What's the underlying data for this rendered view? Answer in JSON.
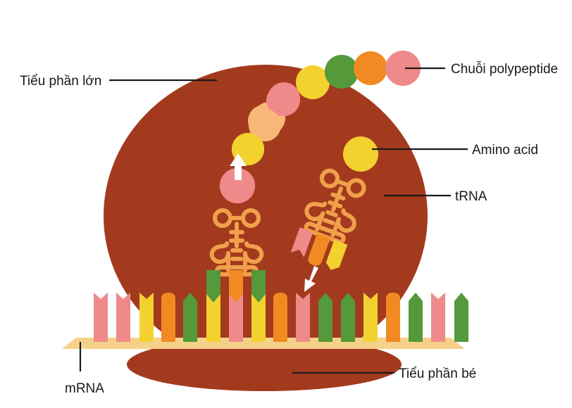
{
  "colors": {
    "ribosome": "#a33a1e",
    "mrna_strip": "#f6d18a",
    "trna": "#f0a04b",
    "pink": "#ef8a8a",
    "peach": "#f8b778",
    "yellow": "#f3d230",
    "green": "#54993a",
    "orange": "#f18a22",
    "arrow": "#ffffff",
    "text": "#1a1a1a"
  },
  "labels": {
    "large_subunit": "Tiểu phần lớn",
    "polypeptide_chain": "Chuỗi polypeptide",
    "amino_acid": "Amino acid",
    "trna": "tRNA",
    "mrna": "mRNA",
    "small_subunit": "Tiểu phần bé"
  },
  "polypeptide_beads": [
    "pink",
    "orange",
    "green",
    "yellow",
    "yellow",
    "pink",
    "peach",
    "pink",
    "yellow",
    "pink"
  ],
  "mrna_codons": [
    {
      "color": "pink",
      "shape": "notch"
    },
    {
      "color": "pink",
      "shape": "notch"
    },
    {
      "color": "yellow",
      "shape": "notch"
    },
    {
      "color": "orange",
      "shape": "round"
    },
    {
      "color": "green",
      "shape": "point"
    },
    {
      "color": "yellow",
      "shape": "notch"
    },
    {
      "color": "pink",
      "shape": "notch"
    },
    {
      "color": "yellow",
      "shape": "notch"
    },
    {
      "color": "orange",
      "shape": "round"
    },
    {
      "color": "pink",
      "shape": "notch"
    },
    {
      "color": "green",
      "shape": "point"
    },
    {
      "color": "green",
      "shape": "point"
    },
    {
      "color": "yellow",
      "shape": "notch"
    },
    {
      "color": "orange",
      "shape": "round"
    },
    {
      "color": "green",
      "shape": "point"
    },
    {
      "color": "pink",
      "shape": "notch"
    },
    {
      "color": "green",
      "shape": "point"
    }
  ],
  "bound_trna_anticodon": [
    "green",
    "orange",
    "green"
  ],
  "incoming_trna_anticodon": [
    "pink",
    "orange",
    "yellow"
  ]
}
